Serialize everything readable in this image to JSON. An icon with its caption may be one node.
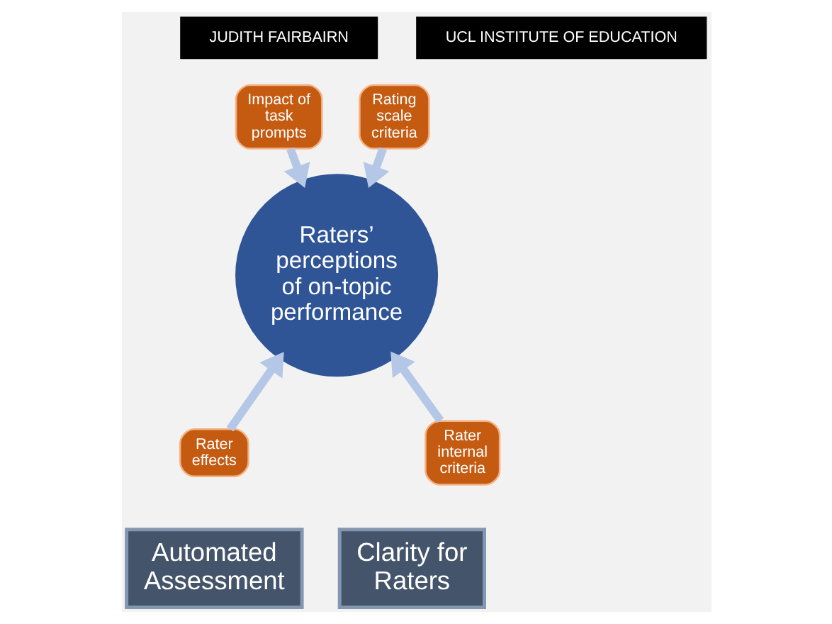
{
  "diagram": {
    "nodes": [
      {
        "text": [
          "Impact of task prompts"
        ]
      },
      {
        "text": [
          "Rating scale criteria"
        ]
      },
      {
        "text": [
          "Raters’ perceptions of on-topic performance"
        ]
      },
      {
        "text": [
          "Rater effects"
        ]
      },
      {
        "text": [
          "Rater internal criteria"
        ]
      },
      {
        "text": [
          "Automated Assessment"
        ]
      },
      {
        "text": [
          "Clarity for Raters"
        ]
      }
    ],
    "edges": [
      {
        "from": 0,
        "to": 2,
        "arrow": "to"
      },
      {
        "from": 1,
        "to": 2,
        "arrow": "to"
      },
      {
        "from": 3,
        "to": 2,
        "arrow": "to"
      },
      {
        "from": 4,
        "to": 2,
        "arrow": "to"
      }
    ],
    "labels": [
      "JUDITH FAIRBAIRN",
      "UCL INSTITUTE OF EDUCATION"
    ]
  }
}
